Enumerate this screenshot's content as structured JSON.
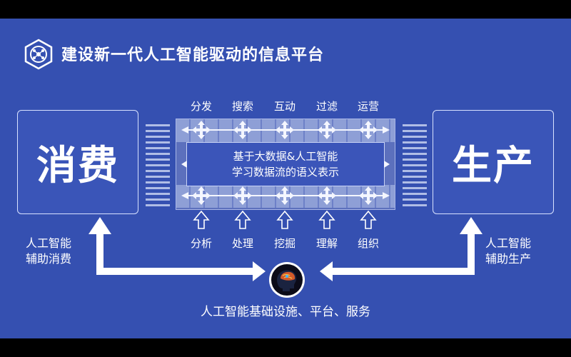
{
  "slide": {
    "title": "建设新一代人工智能驱动的信息平台",
    "left_box": {
      "label": "消费",
      "caption_lines": [
        "人工智能",
        "辅助消费"
      ]
    },
    "right_box": {
      "label": "生产",
      "caption_lines": [
        "人工智能",
        "辅助生产"
      ]
    },
    "center": {
      "top_labels": [
        "分发",
        "搜索",
        "互动",
        "过滤",
        "运营"
      ],
      "inner_lines": [
        "基于大数据&人工智能",
        "学习数据流的语义表示"
      ],
      "bottom_labels": [
        "分析",
        "处理",
        "挖掘",
        "理解",
        "组织"
      ]
    },
    "footer": "人工智能基础设施、平台、服务",
    "icons": [
      "logo-icon",
      "brain-icon",
      "cross-arrow-icon",
      "up-arrow-icon"
    ],
    "colors": {
      "background": "#3550b1",
      "letterbox": "#000000",
      "text": "#ffffff"
    }
  }
}
